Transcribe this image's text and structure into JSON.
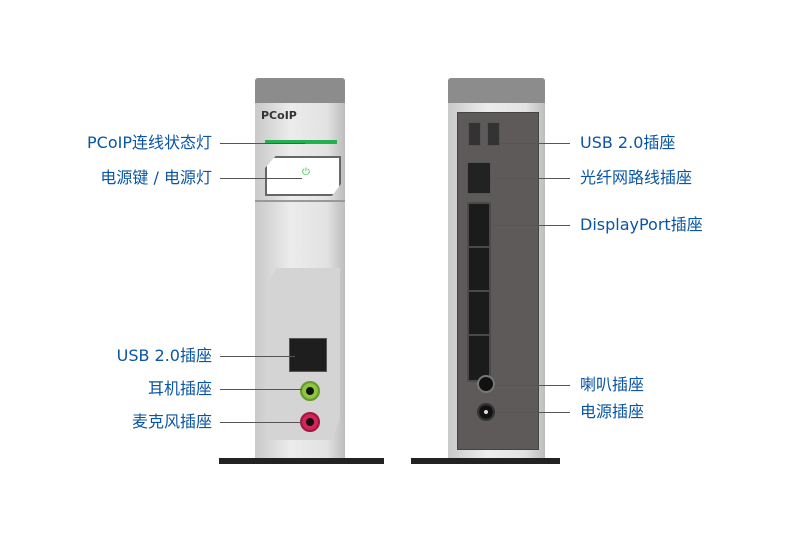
{
  "front": {
    "logo": "PCoIP",
    "labels": [
      "PCoIP连线状态灯",
      "电源键 / 电源灯",
      "USB 2.0插座",
      "耳机插座",
      "麦克风插座"
    ]
  },
  "rear": {
    "labels": [
      "USB 2.0插座",
      "光纤网路线插座",
      "DisplayPort插座",
      "喇叭插座",
      "电源插座"
    ]
  },
  "colors": {
    "label": "#0a55a5",
    "status_led": "#22b14c",
    "headphone": "#8dc63f",
    "mic": "#d6245a"
  }
}
